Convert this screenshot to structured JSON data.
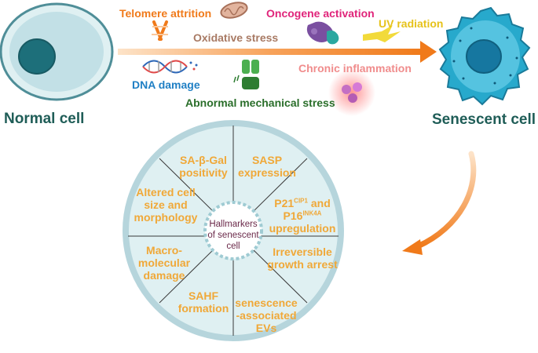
{
  "cells": {
    "normal_label": "Normal cell",
    "senescent_label": "Senescent cell"
  },
  "stressors": {
    "telomere": "Telomere attrition",
    "oxidative": "Oxidative stress",
    "oncogene": "Oncogene activation",
    "uv": "UV radiation",
    "inflammation": "Chronic inflammation",
    "dna": "DNA damage",
    "mechanical": "Abnormal mechanical stress"
  },
  "hallmarks": {
    "center": "Hallmarkers of senescent cell",
    "sa_gal": "SA-β-Gal positivity",
    "sasp": "SASP expression",
    "p21_base": "P21",
    "p21_sup": "CIP1",
    "and": "and",
    "p16_base": "P16",
    "p16_sup": "INK4A",
    "upregulation": "upregulation",
    "irreversible": "Irreversible growth arrest",
    "evs": "senescence -associated EVs",
    "sahf": "SAHF formation",
    "macro": "Macro-molecular damage",
    "altered": "Altered cell size and morphology"
  },
  "colors": {
    "telomere": "#f07a1a",
    "oxidative": "#a87a64",
    "oncogene": "#e0247a",
    "uv": "#e6c21a",
    "inflammation": "#f08c8c",
    "dna": "#1f7fc4",
    "mechanical": "#2a6e2a",
    "cell_label": "#1f5d57",
    "hallmark_text": "#f0a838",
    "arrow": "#f07a1a"
  },
  "icons": [
    "chromosome-icon",
    "mitochondrion-icon",
    "protein-icon",
    "lightning-icon",
    "dna-helix-icon",
    "knee-joint-icon",
    "inflammatory-cells-icon"
  ]
}
